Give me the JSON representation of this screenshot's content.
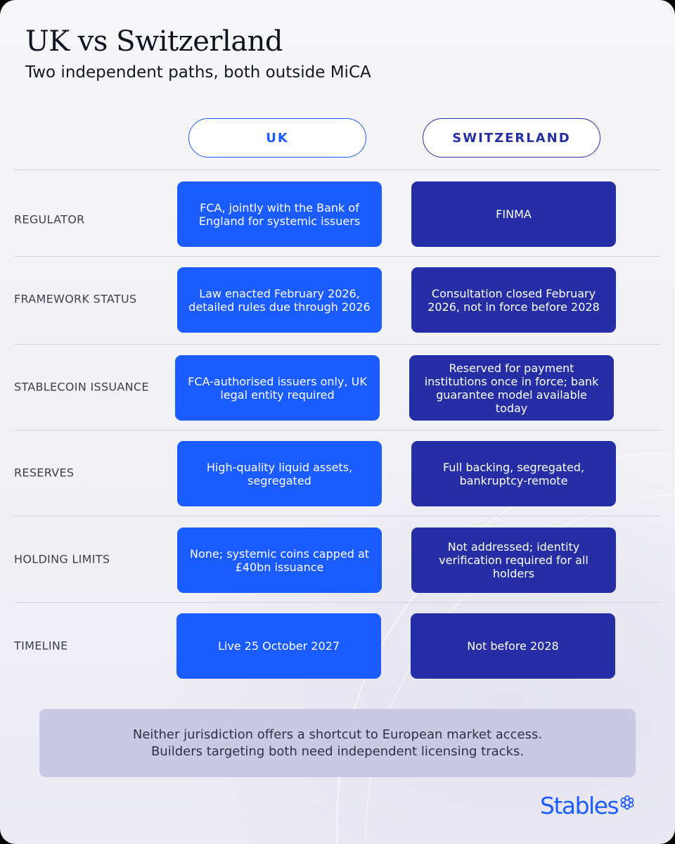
{
  "header": {
    "title": "UK vs Switzerland",
    "subtitle": "Two independent paths, both outside MiCA"
  },
  "columns": {
    "uk": "UK",
    "switzerland": "SWITZERLAND"
  },
  "rows": [
    {
      "label": "REGULATOR",
      "uk": "FCA, jointly with the Bank of England for systemic issuers",
      "switzerland": "FINMA"
    },
    {
      "label": "FRAMEWORK STATUS",
      "uk": "Law enacted February 2026, detailed rules due through 2026",
      "switzerland": "Consultation closed February 2026, not in force before 2028"
    },
    {
      "label": "STABLECOIN ISSUANCE",
      "uk": "FCA-authorised issuers only, UK legal entity required",
      "switzerland": "Reserved for payment institutions once in force; bank guarantee model available today"
    },
    {
      "label": "RESERVES",
      "uk": "High-quality liquid assets, segregated",
      "switzerland": "Full backing, segregated, bankruptcy-remote"
    },
    {
      "label": "HOLDING LIMITS",
      "uk": "None; systemic coins capped at £40bn issuance",
      "switzerland": "Not addressed; identity verification required for all holders"
    },
    {
      "label": "TIMELINE",
      "uk": "Live 25 October 2027",
      "switzerland": "Not before 2028"
    }
  ],
  "note": {
    "line1": "Neither jurisdiction offers a shortcut to European market access.",
    "line2": "Builders targeting both need independent licensing tracks."
  },
  "brand": {
    "name": "Stables",
    "icon": "flower-icon"
  },
  "colors": {
    "uk": "#1a5cff",
    "switzerland": "#262ea6",
    "note_bg": "#c9c8e5"
  }
}
